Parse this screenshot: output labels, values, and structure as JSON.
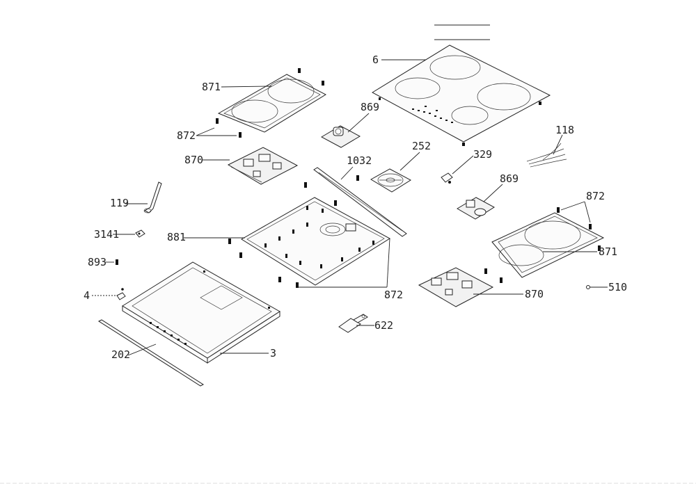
{
  "labels": {
    "p6": "6",
    "p871_left": "871",
    "p872_left": "872",
    "p869_top": "869",
    "p252": "252",
    "p1032": "1032",
    "p329": "329",
    "p118": "118",
    "p870_left": "870",
    "p869_right": "869",
    "p872_right": "872",
    "p871_right": "871",
    "p119": "119",
    "p3141": "3141",
    "p881": "881",
    "p893": "893",
    "p4": "4",
    "p872_bottom": "872",
    "p870_right": "870",
    "p510": "510",
    "p622": "622",
    "p202": "202",
    "p3": "3"
  }
}
